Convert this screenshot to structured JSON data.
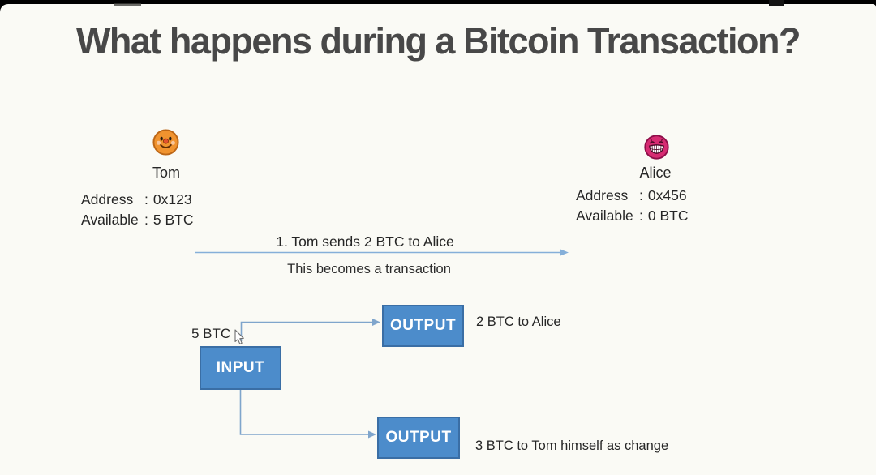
{
  "title": "What happens during a Bitcoin Transaction?",
  "colon_separator": ":",
  "actors": {
    "tom": {
      "name": "Tom",
      "emoji": "orange-smiley-face",
      "rows": [
        {
          "label": "Address",
          "value": "0x123"
        },
        {
          "label": "Available",
          "value": "5 BTC"
        }
      ]
    },
    "alice": {
      "name": "Alice",
      "emoji": "pink-grinning-face",
      "rows": [
        {
          "label": "Address",
          "value": "0x456"
        },
        {
          "label": "Available",
          "value": "0 BTC"
        }
      ]
    }
  },
  "transaction": {
    "step": "1. Tom sends 2 BTC to Alice",
    "note": "This becomes a transaction"
  },
  "flow": {
    "input_amount": "5 BTC",
    "input_label": "INPUT",
    "outputs": [
      {
        "label": "OUTPUT",
        "note": "2 BTC to Alice"
      },
      {
        "label": "OUTPUT",
        "note": "3 BTC to Tom himself as change"
      }
    ]
  },
  "colors": {
    "background": "#fafaf5",
    "title_text": "#484848",
    "body_text": "#262626",
    "box_fill": "#4c8ccb",
    "box_border": "#3a6ea5",
    "box_text": "#ffffff",
    "arrow_blue": "#85afd9",
    "connector_blue": "#7fa5cc",
    "tom_face": "#f0932f",
    "alice_face": "#d62b72",
    "top_bar": "#000000"
  }
}
